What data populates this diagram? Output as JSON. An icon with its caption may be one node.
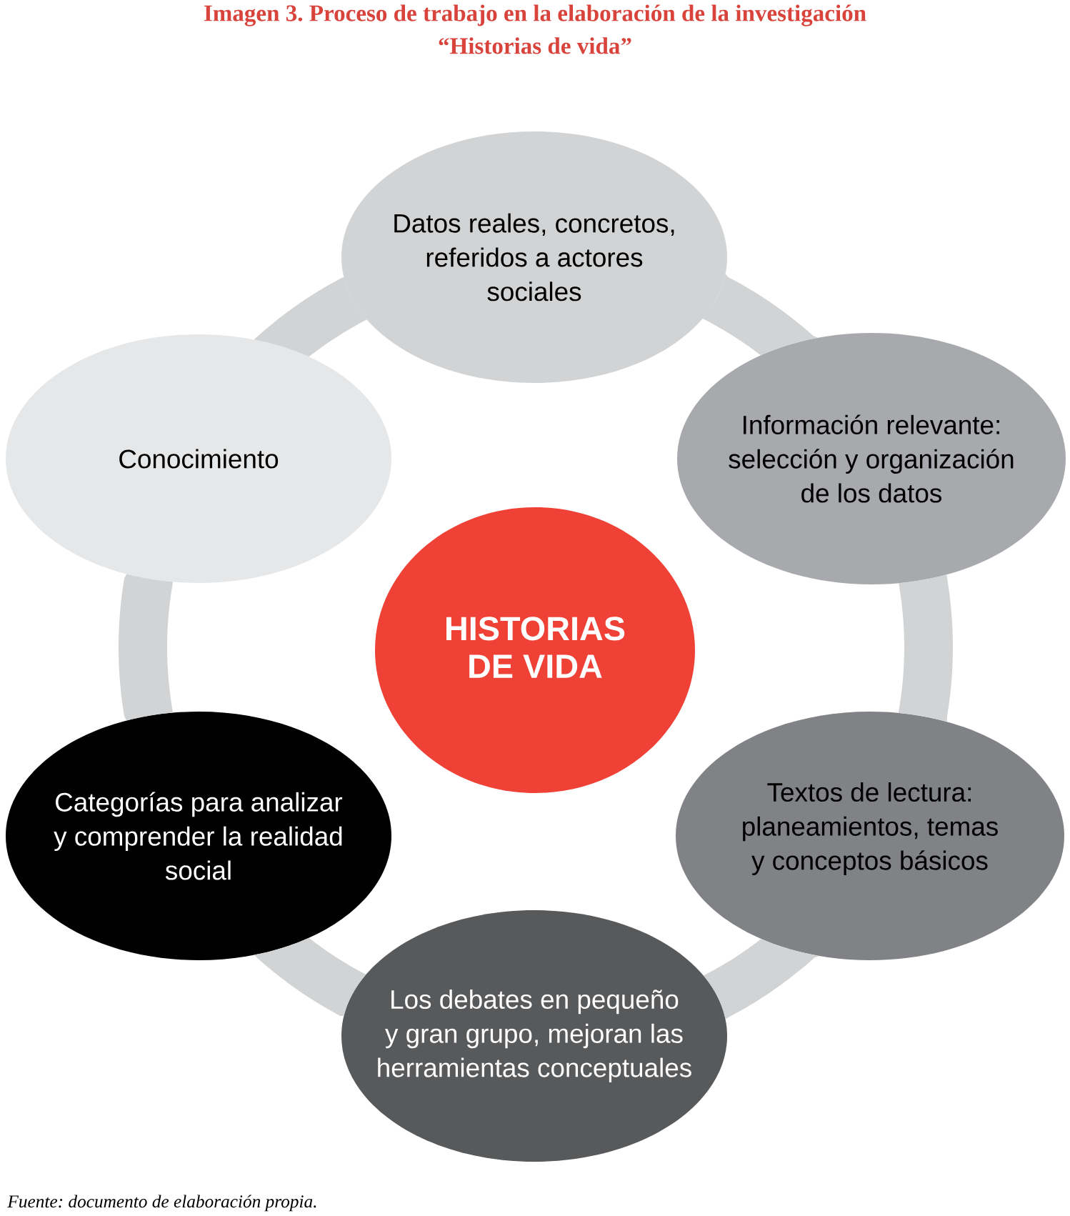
{
  "diagram": {
    "title": "Imagen 3. Proceso de trabajo en la elaboración de la investigación “Historias de vida”",
    "nodes": [
      {
        "text": [
          "HISTORIAS DE VIDA"
        ]
      },
      {
        "text": [
          "Datos reales, concretos, referidos a actores sociales"
        ]
      },
      {
        "text": [
          "Información relevante: selección y organización de los datos"
        ]
      },
      {
        "text": [
          "Textos de lectura: planeamientos, temas y conceptos básicos"
        ]
      },
      {
        "text": [
          "Los debates en pequeño y gran grupo, mejoran las herramientas conceptuales"
        ]
      },
      {
        "text": [
          "Categorías para analizar y comprender la realidad social"
        ]
      },
      {
        "text": [
          "Conocimiento"
        ]
      }
    ],
    "edges": [
      {
        "from": 1,
        "to": 2,
        "arrow": "none"
      },
      {
        "from": 2,
        "to": 3,
        "arrow": "none"
      },
      {
        "from": 3,
        "to": 4,
        "arrow": "none"
      },
      {
        "from": 4,
        "to": 5,
        "arrow": "none"
      },
      {
        "from": 5,
        "to": 6,
        "arrow": "none"
      },
      {
        "from": 6,
        "to": 1,
        "arrow": "none"
      }
    ],
    "caption": "Fuente: documento de elaboración propia."
  }
}
